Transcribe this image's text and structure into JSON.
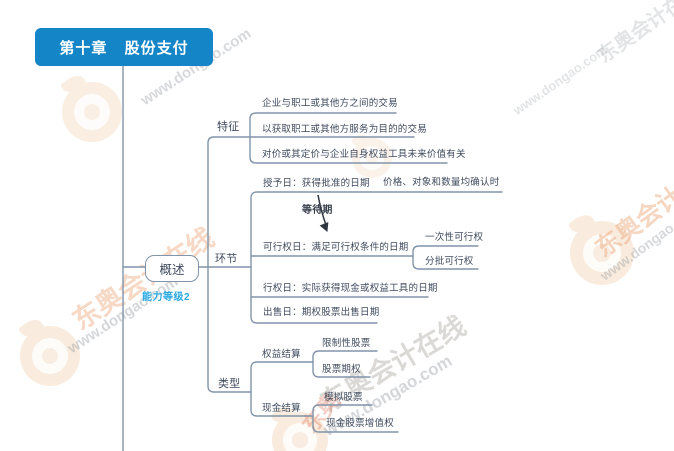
{
  "title": "第十章 股份支付",
  "mindmap": {
    "root": {
      "label": "概述",
      "badge": "能力等级2"
    },
    "branches": [
      {
        "label": "特征",
        "children": [
          {
            "label": "企业与职工或其他方之间的交易"
          },
          {
            "label": "以获取职工或其他方服务为目的的交易"
          },
          {
            "label": "对价或其定价与企业自身权益工具未来价值有关"
          }
        ]
      },
      {
        "label": "环节",
        "annotation": "等待期",
        "children": [
          {
            "label": "授予日：获得批准的日期",
            "children": [
              {
                "label": "价格、对象和数量均确认时"
              }
            ]
          },
          {
            "label": "可行权日：满足可行权条件的日期",
            "children": [
              {
                "label": "一次性可行权"
              },
              {
                "label": "分批可行权"
              }
            ]
          },
          {
            "label": "行权日：实际获得现金或权益工具的日期"
          },
          {
            "label": "出售日：期权股票出售日期"
          }
        ]
      },
      {
        "label": "类型",
        "children": [
          {
            "label": "权益结算",
            "children": [
              {
                "label": "限制性股票"
              },
              {
                "label": "股票期权"
              }
            ]
          },
          {
            "label": "现金结算",
            "children": [
              {
                "label": "模拟股票"
              },
              {
                "label": "现金股票增值权"
              }
            ]
          }
        ]
      }
    ]
  },
  "watermark": {
    "brand": "东奥会计在线",
    "brand_short": "东奥",
    "url": "www.dongao.com"
  },
  "colors": {
    "title_bg": "#1485c7",
    "line": "#8094aa",
    "node_text": "#3f4b5e",
    "badge_text": "#2aa9e0",
    "logo_orange": "#f5d9bd"
  }
}
